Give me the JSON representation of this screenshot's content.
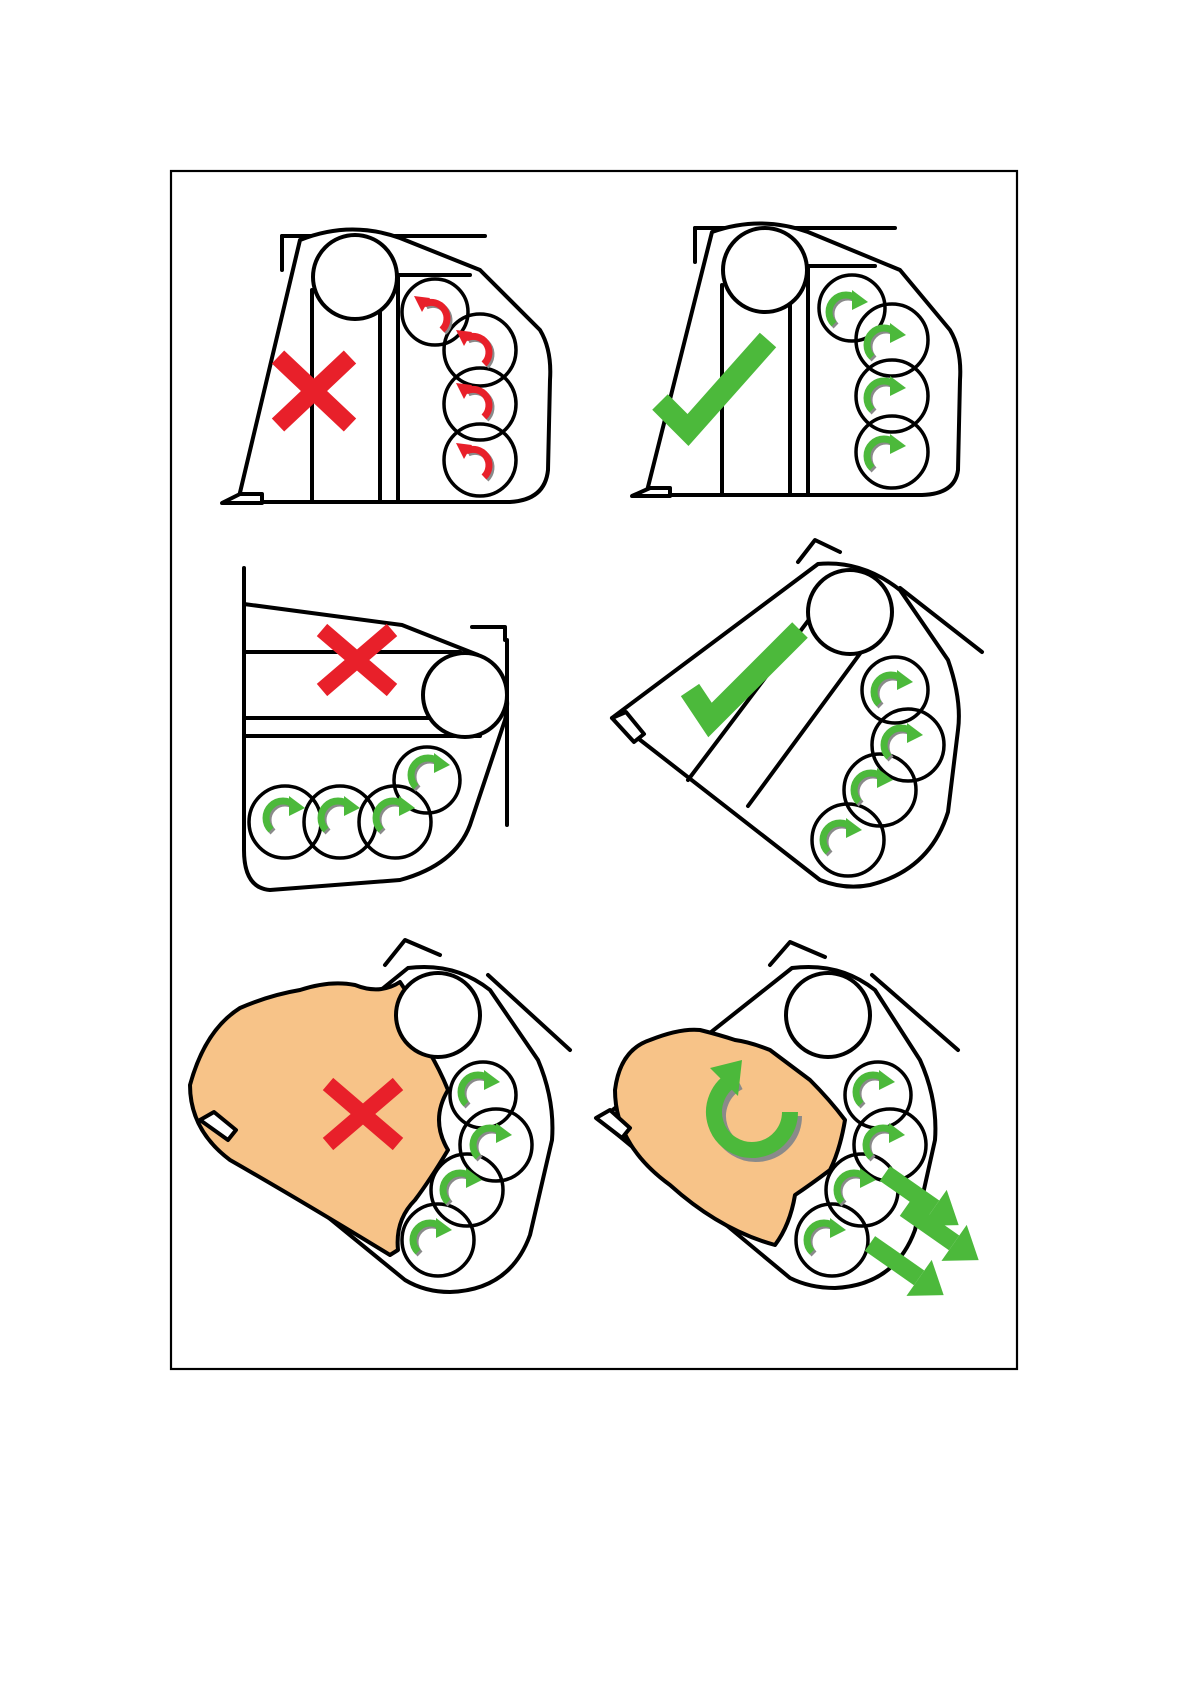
{
  "colors": {
    "wrong": "#e8202a",
    "correct": "#4cb93b",
    "material": "#f7c388",
    "shadow": "#8a8a8a",
    "outline": "#000000"
  },
  "panels": [
    {
      "id": "upright",
      "verdict": "wrong",
      "mark_icon": "cross-icon",
      "rotor_arrow_color": "red"
    },
    {
      "id": "upright",
      "verdict": "correct",
      "mark_icon": "check-icon",
      "rotor_arrow_color": "green"
    },
    {
      "id": "tilted-back",
      "verdict": "wrong",
      "mark_icon": "cross-icon",
      "rotor_arrow_color": "green"
    },
    {
      "id": "tilted-forward",
      "verdict": "correct",
      "mark_icon": "check-icon",
      "rotor_arrow_color": "green"
    },
    {
      "id": "loaded",
      "verdict": "wrong",
      "mark_icon": "cross-icon",
      "rotor_arrow_color": "green"
    },
    {
      "id": "loaded-rotating",
      "verdict": "correct",
      "mark_icon": "rotate-icon",
      "rotor_arrow_color": "green",
      "extra_icon": "discharge-arrows-icon"
    }
  ]
}
